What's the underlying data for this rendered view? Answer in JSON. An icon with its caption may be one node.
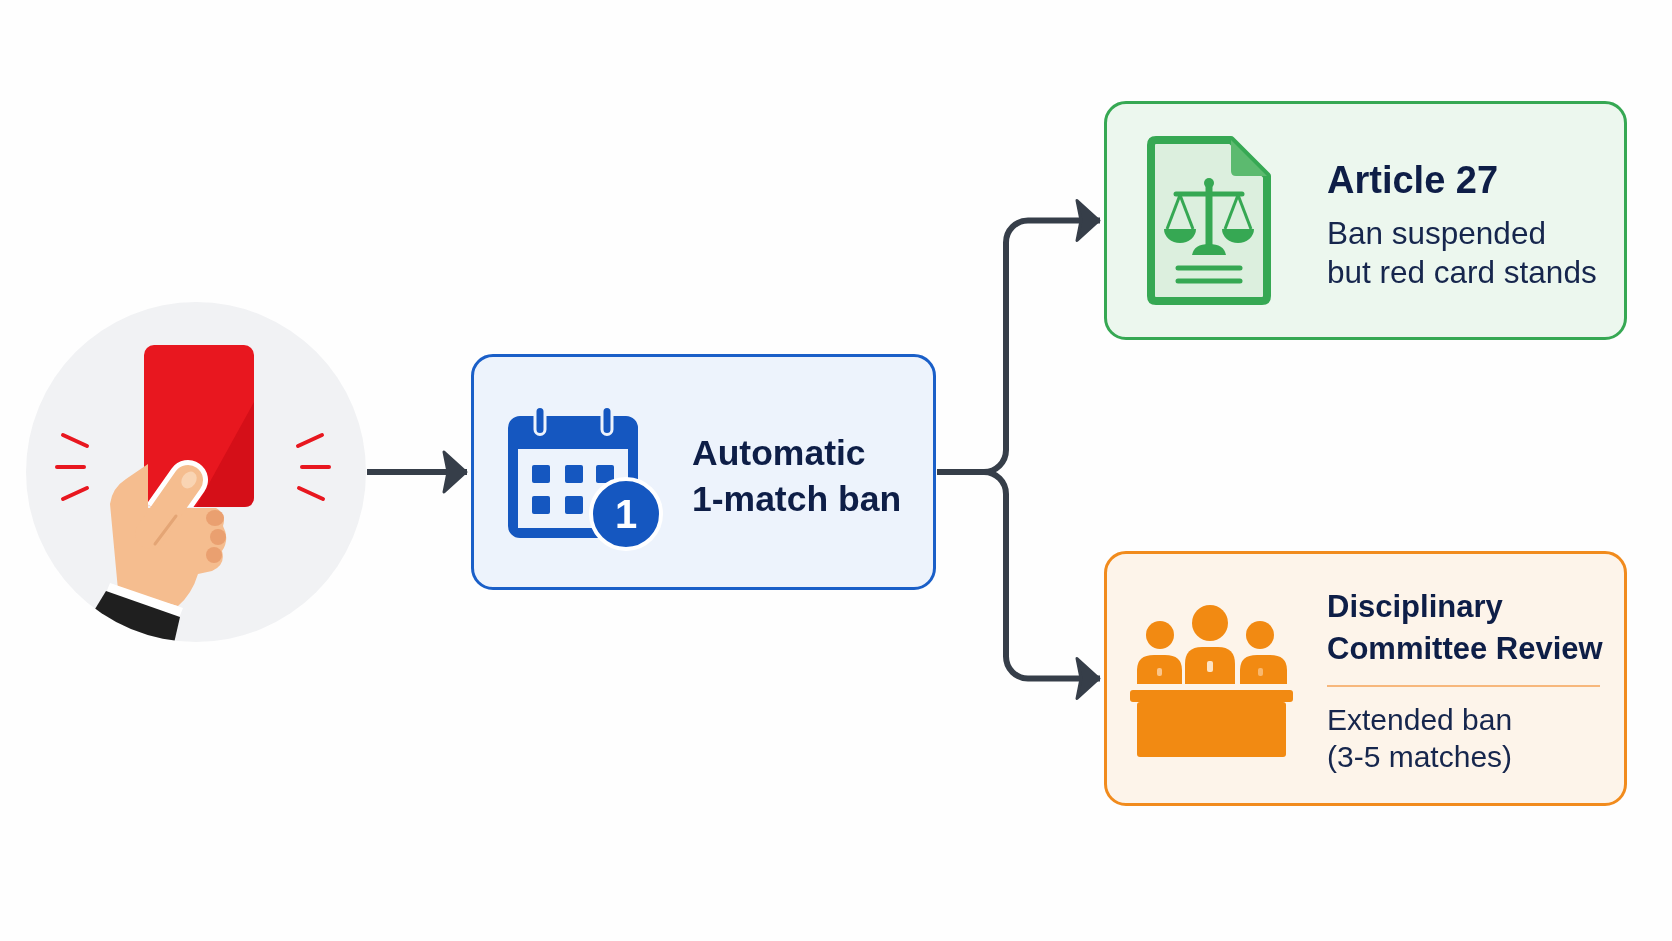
{
  "diagram": {
    "nodes": [
      {
        "text": [],
        "shape": "picture"
      },
      {
        "text": [
          "1",
          "Automatic 1-match ban"
        ]
      },
      {
        "text": [
          "Article 27",
          "Ban suspended but red card stands"
        ]
      },
      {
        "text": [
          "Disciplinary Committee Review",
          "Extended ban (3-5 matches)"
        ]
      }
    ],
    "edges": [
      {
        "from": 0,
        "to": 1,
        "arrow": "to"
      },
      {
        "from": 1,
        "to": 2,
        "arrow": "to"
      },
      {
        "from": 1,
        "to": 3,
        "arrow": "to"
      }
    ]
  }
}
